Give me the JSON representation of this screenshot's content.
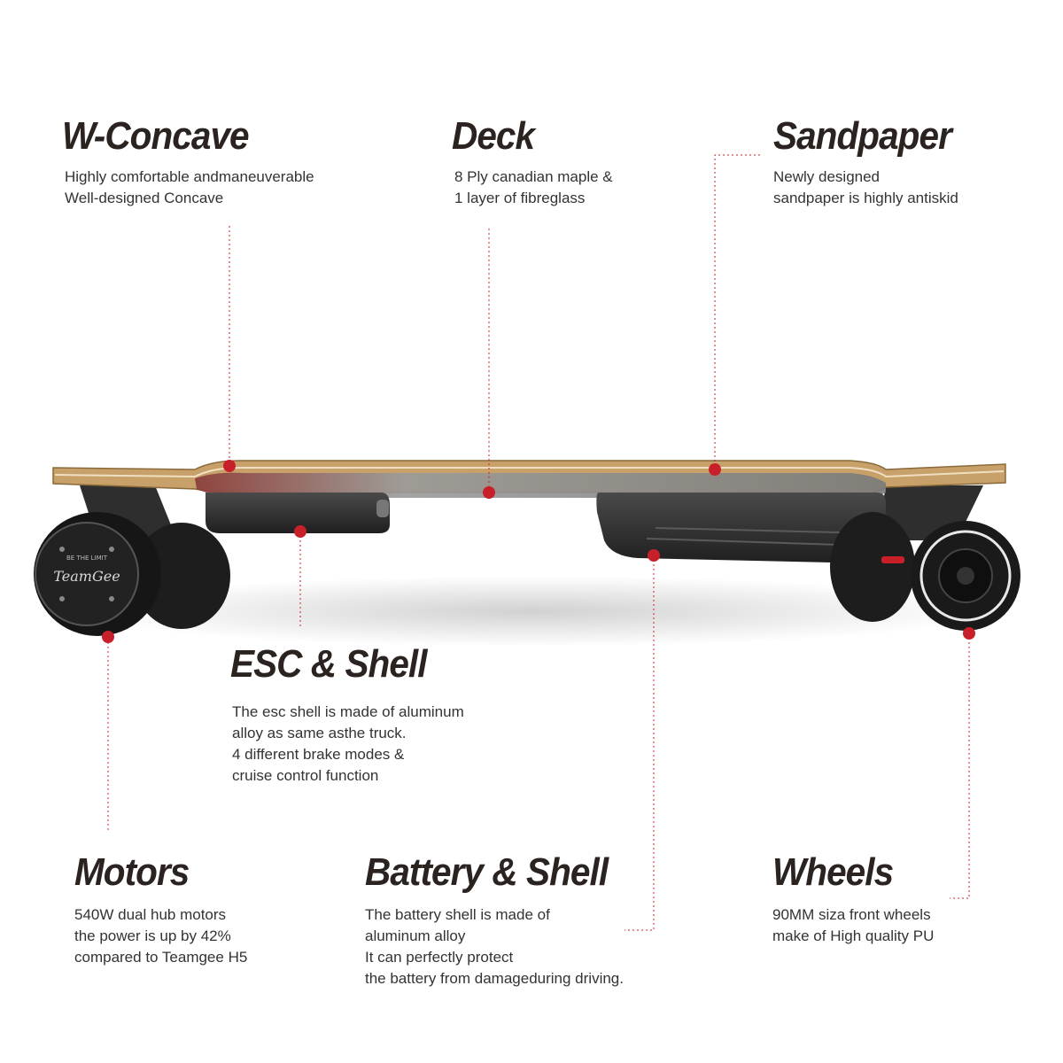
{
  "features": {
    "concave": {
      "title": "W-Concave",
      "lines": [
        "Highly comfortable andmaneuverable",
        "Well-designed Concave"
      ]
    },
    "deck": {
      "title": "Deck",
      "lines": [
        "8 Ply canadian maple &",
        "1 layer of fibreglass"
      ]
    },
    "sandpaper": {
      "title": "Sandpaper",
      "lines": [
        "Newly designed",
        "sandpaper is highly antiskid"
      ]
    },
    "esc": {
      "title": "ESC & Shell",
      "lines": [
        "The esc shell is made of aluminum",
        "alloy as same asthe truck.",
        "4 different brake modes &",
        "cruise control function"
      ]
    },
    "motors": {
      "title": "Motors",
      "lines": [
        "540W dual hub motors",
        "the power is up by 42%",
        "compared to Teamgee H5"
      ]
    },
    "battery": {
      "title": "Battery & Shell",
      "lines": [
        "The battery shell is made of",
        "aluminum alloy",
        "It can perfectly protect",
        "the battery from damageduring driving."
      ]
    },
    "wheels": {
      "title": "Wheels",
      "lines": [
        "90MM siza front wheels",
        "make of High quality PU"
      ]
    }
  },
  "logo": {
    "brand": "TeamGee",
    "motto": "BE THE LIMIT"
  },
  "colors": {
    "accent": "#c8202a",
    "title": "#2a2320",
    "deck_wood": "#c8a06a",
    "shell": "#2b2b2b"
  }
}
